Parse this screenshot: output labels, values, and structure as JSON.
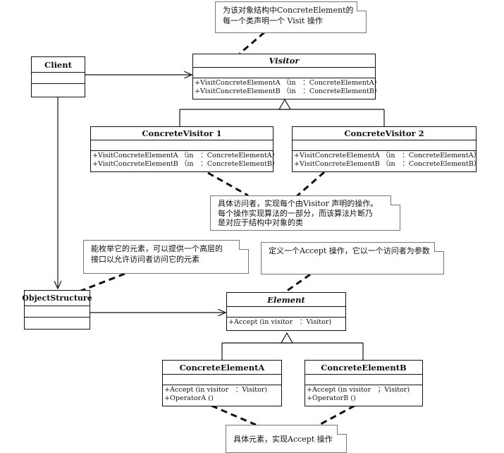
{
  "classes": {
    "client": {
      "name": "Client",
      "ops": []
    },
    "visitor": {
      "name": "Visitor",
      "ops": [
        "+VisitConcreteElementA （in　：ConcreteElementA）",
        "+VisitConcreteElementB （in　：ConcreteElementB）"
      ]
    },
    "concrete_visitor_1": {
      "name": "ConcreteVisitor 1",
      "ops": [
        "+VisitConcreteElementA （in　：ConcreteElementA）",
        "+VisitConcreteElementB （in　：ConcreteElementB）"
      ]
    },
    "concrete_visitor_2": {
      "name": "ConcreteVisitor 2",
      "ops": [
        "+VisitConcreteElementA （in　：ConcreteElementA）",
        "+VisitConcreteElementB （in　：ConcreteElementB）"
      ]
    },
    "object_structure": {
      "name": "ObjectStructure",
      "ops": []
    },
    "element": {
      "name": "Element",
      "ops": [
        "+Accept (in visitor　：Visitor)"
      ]
    },
    "concrete_element_a": {
      "name": "ConcreteElementA",
      "ops": [
        "+Accept (in visitor　：Visitor)",
        "+OperatorA ()"
      ]
    },
    "concrete_element_b": {
      "name": "ConcreteElementB",
      "ops": [
        "+Accept (in visitor　；Visitor)",
        "+OperatorB ()"
      ]
    }
  },
  "notes": {
    "visitor_note": [
      "为该对象结构中ConcreteElement的",
      "每一个类声明一个 Visit 操作"
    ],
    "concrete_visitor_note": [
      "具体访问者，实现每个由Visitor 声明的操作。",
      "每个操作实现算法的一部分，而该算法片断乃",
      "是对应于结构中对象的类"
    ],
    "object_structure_note": [
      "能枚举它的元素，可以提供一个高层的",
      "接口以允许访问者访问它的元素"
    ],
    "element_note": [
      "定义一个Accept 操作，它以一个访问者为参数"
    ],
    "concrete_element_note": [
      "具体元素，实现Accept 操作"
    ]
  }
}
